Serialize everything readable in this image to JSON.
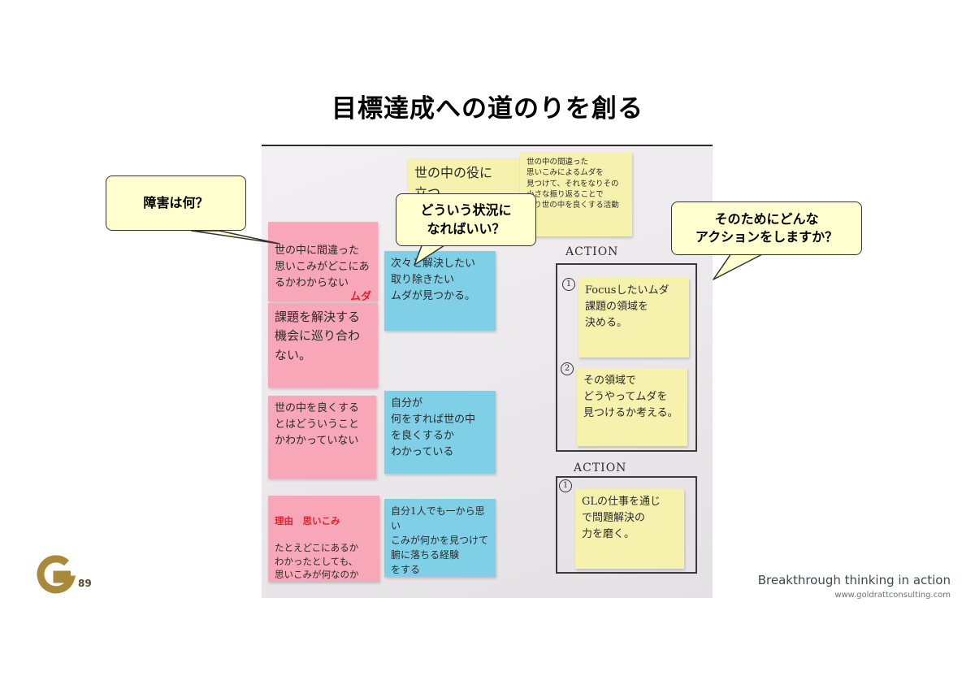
{
  "slide": {
    "title": "目標達成への道のりを創る",
    "page_number": "89",
    "tagline": "Breakthrough thinking in action",
    "website": "www.goldrattconsulting.com"
  },
  "callouts": {
    "obstacles": "障害は何？",
    "desired_state": "どういう状況に\nなればいい？",
    "actions": "そのためにどんな\nアクションをしますか？"
  },
  "board": {
    "pink_notes": [
      {
        "text": "世の中に間違った\n思いこみがどこにあ\nるかわからない",
        "red": "ムダ"
      },
      {
        "text": "課題を解決する\n機会に巡り合わ\nない。"
      },
      {
        "text": "世の中を良くする\nとはどういうこと\nかわかっていない"
      },
      {
        "red": "理由　思いこみ",
        "text": "たとえどこにあるか\nわかったとしても、\n思いこみが何なのか\nを見つける自信がない"
      }
    ],
    "blue_notes": [
      {
        "text": "次々と解決したい\n取り除きたい\nムダが見つかる。"
      },
      {
        "text": "自分が\n何をすれば世の中\nを良くするか\nわかっている"
      },
      {
        "text": "自分1人でも一から思い\nこみが何かを見つけて\n腑に落ちる経験\nをする"
      }
    ],
    "yellow_top_notes": [
      {
        "text": "世の中の役に\n立つ"
      },
      {
        "text": "世の中の間違った\n思いこみによるムダを\n見つけて、それをなりその\n小さな振り返ることで\nより世の中を良くする活動"
      }
    ],
    "action_labels": [
      "ACTION",
      "ACTION"
    ],
    "action_steps": [
      {
        "num": "1",
        "text": "Focusしたいムダ\n課題の領域を\n決める。"
      },
      {
        "num": "2",
        "text": "その領域で\nどうやってムダを\n見つけるか考える。"
      },
      {
        "num": "1",
        "text": "GLの仕事を通じ\nで問題解決の\n力を磨く。"
      }
    ]
  },
  "colors": {
    "pink_note": "#f7a7b8",
    "blue_note": "#7fd0e6",
    "yellow_note": "#f7f1ae",
    "callout_fill": "#ffffd0",
    "logo_gold": "#a88a3a"
  }
}
